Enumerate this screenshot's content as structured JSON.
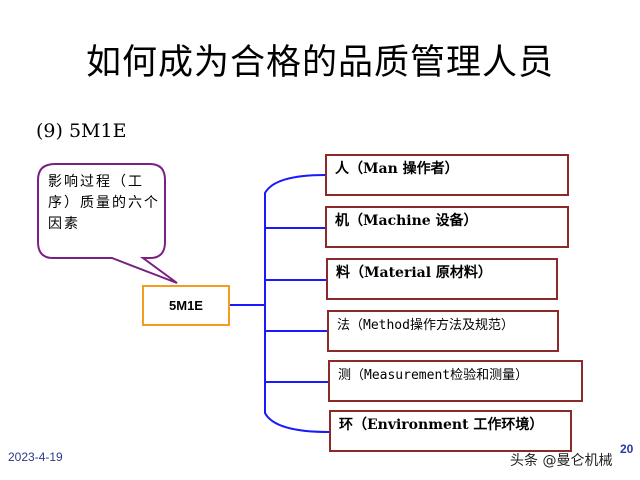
{
  "title": "如何成为合格的品质管理人员",
  "subtitle": "(9) 5M1E",
  "callout": "影响过程（工序）质量的六个因素",
  "center": "5M1E",
  "factors": [
    "人（Man 操作者）",
    "机（Machine 设备）",
    "料（Material 原材料）",
    "法（Method操作方法及规范）",
    "测（Measurement检验和测量）",
    "环（Environment 工作环境）"
  ],
  "footer": {
    "date": "2023-4-19",
    "page": "20",
    "watermark": "头条 @曼仑机械"
  },
  "colors": {
    "bracket": "#1a1aff",
    "center_border": "#f39c1f",
    "factor_border": "#8b2a2a",
    "callout_border": "#7b1f86"
  }
}
